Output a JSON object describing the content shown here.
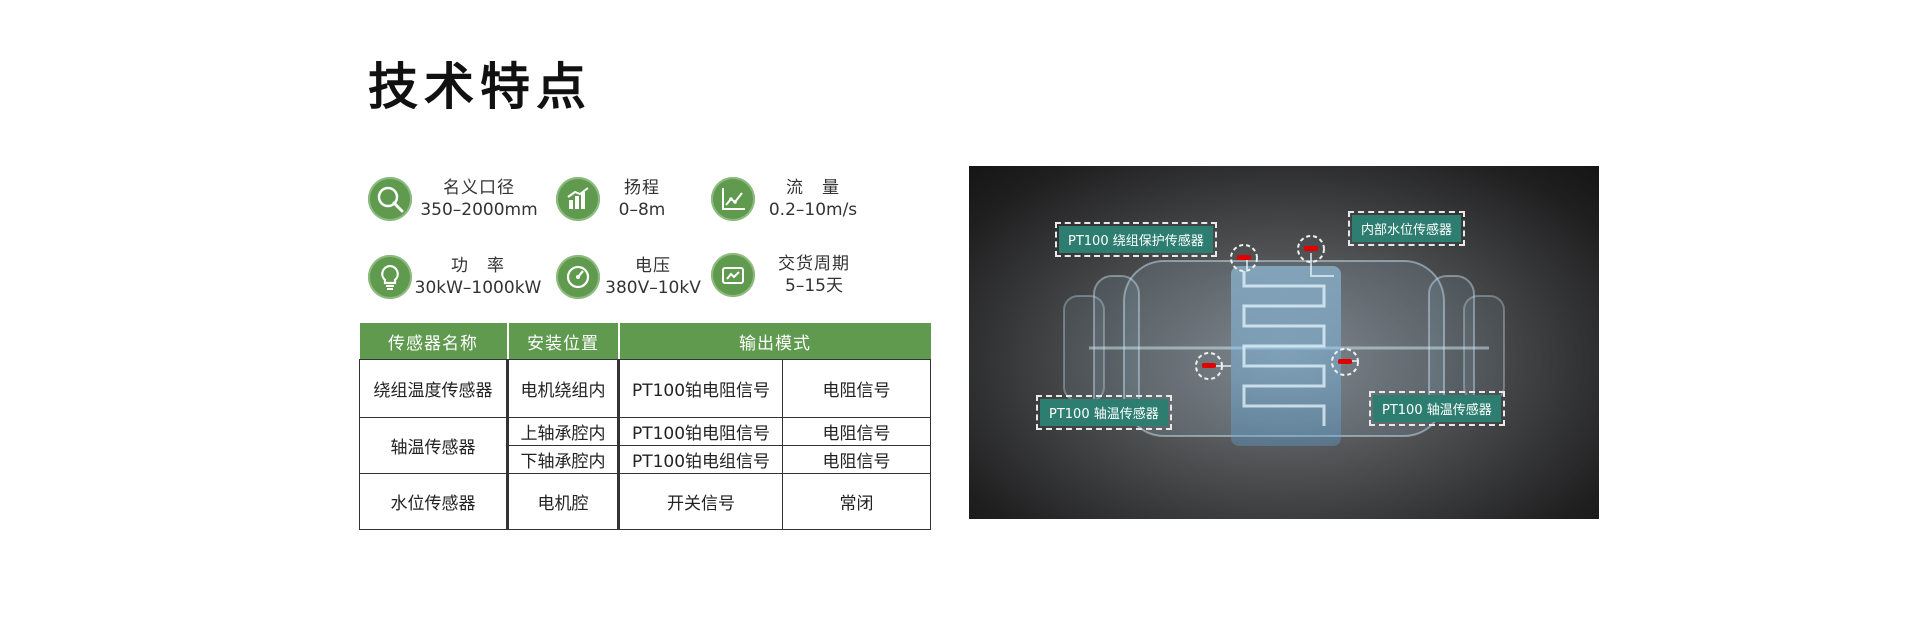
{
  "title": "技术特点",
  "specs": [
    {
      "label": "名义口径",
      "value": "350–2000mm",
      "icon": "magnifier-icon"
    },
    {
      "label": "扬程",
      "value": "0–8m",
      "icon": "bar-chart-icon"
    },
    {
      "label": "流　量",
      "value": "0.2–10m/s",
      "icon": "line-chart-icon"
    },
    {
      "label": "功　率",
      "value": "30kW–1000kW",
      "icon": "bulb-icon"
    },
    {
      "label": "电压",
      "value": "380V–10kV",
      "icon": "gauge-icon"
    },
    {
      "label": "交货周期",
      "value": "5–15天",
      "icon": "truck-icon"
    }
  ],
  "table": {
    "headers": [
      "传感器名称",
      "安装位置",
      "输出模式"
    ],
    "rows": [
      {
        "name": "绕组温度传感器",
        "position": "电机绕组内",
        "signal": "PT100铂电阻信号",
        "type": "电阻信号"
      },
      {
        "name": "轴温传感器",
        "position": "上轴承腔内",
        "signal": "PT100铂电阻信号",
        "type": "电阻信号"
      },
      {
        "position": "下轴承腔内",
        "signal": "PT100铂电组信号",
        "type": "电阻信号"
      },
      {
        "name": "水位传感器",
        "position": "电机腔",
        "signal": "开关信号",
        "type": "常闭"
      }
    ]
  },
  "diagram": {
    "labels": {
      "winding": "PT100 绕组保护传感器",
      "water_level": "内部水位传感器",
      "bearing_left": "PT100 轴温传感器",
      "bearing_right": "PT100 轴温传感器"
    }
  },
  "colors": {
    "accent_green": "#5f9a4e",
    "tag_teal": "#2d7e70",
    "sensor_red": "#e00000"
  }
}
